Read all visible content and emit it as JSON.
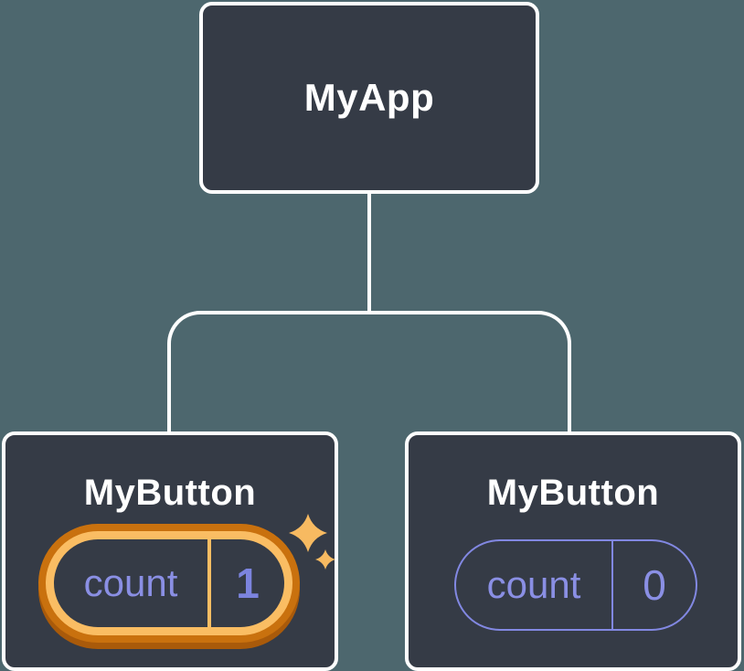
{
  "diagram": {
    "description": "component-tree",
    "background_color": "#4D676E",
    "node_fill": "#353B46",
    "node_border_color": "#ffffff",
    "connector_color": "#ffffff",
    "root": {
      "label": "MyApp"
    },
    "children": [
      {
        "label": "MyButton",
        "state": {
          "key": "count",
          "value": "1"
        },
        "highlighted": true,
        "highlight_outer_color": "#C9710E",
        "highlight_inner_color": "#FABD63",
        "state_text_color": "#8A8FE4",
        "icon": "sparkles-icon",
        "sparkle_color": "#F7BA61"
      },
      {
        "label": "MyButton",
        "state": {
          "key": "count",
          "value": "0"
        },
        "highlighted": false,
        "pill_border_color": "#8288E2",
        "state_text_color": "#8A8FE4"
      }
    ]
  }
}
